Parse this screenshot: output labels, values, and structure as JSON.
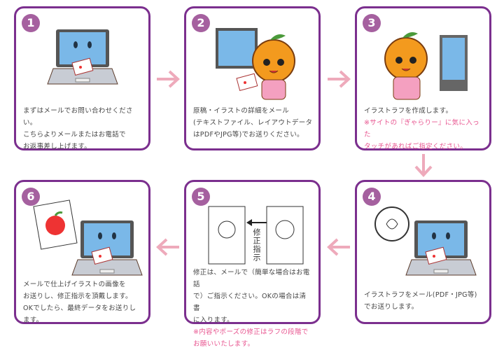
{
  "steps": [
    {
      "num": "1",
      "lines": [
        "まずはメールでお問い合わせください。",
        "こちらよりメールまたはお電話で",
        "お返事差し上げます。"
      ],
      "note": []
    },
    {
      "num": "2",
      "lines": [
        "原稿・イラストの詳細をメール",
        "(テキストファイル、レイアウトデータ",
        "はPDFやJPG等)でお送りください。"
      ],
      "note": []
    },
    {
      "num": "3",
      "lines": [
        "イラストラフを作成します。"
      ],
      "note": [
        "※サイトの『ぎゃらりー』に気に入った",
        "タッチがあればご指定ください。"
      ]
    },
    {
      "num": "4",
      "lines": [
        "イラストラフをメール(PDF・JPG等)",
        "でお送りします。"
      ],
      "note": []
    },
    {
      "num": "5",
      "lines": [
        "修正は、メールで（簡単な場合はお電話",
        "で）ご指示ください。OKの場合は清書",
        "に入ります。"
      ],
      "note": [
        "※内容やポーズの修正はラフの段階で",
        "お願いいたします。"
      ],
      "vertical": "修正指示"
    },
    {
      "num": "6",
      "lines": [
        "メールで仕上げイラストの画像を",
        "お送りし、修正指示を頂戴します。",
        "OKでしたら、最終データをお送りします。"
      ],
      "note": []
    }
  ],
  "colors": {
    "border": "#7b2f8e",
    "badge": "#a5609f",
    "arrow": "#eeaabb",
    "note": "#e8548f"
  }
}
